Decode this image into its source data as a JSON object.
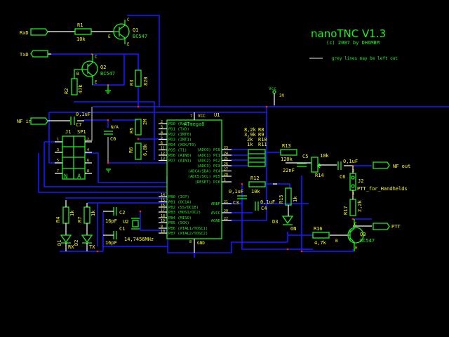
{
  "title": "nanoTNC V1.3",
  "copyright": "(c) 2007 by DH6MBM",
  "legend": "grey lines may be left out",
  "colors": {
    "wire": "#1a1aff",
    "part": "#22ee22",
    "label": "#ffff00",
    "background": "#000000",
    "junction": "#ff2020"
  },
  "power": {
    "vcc": "Vcc",
    "voltage": "3V"
  },
  "ports": {
    "rxd": "RxD",
    "txd": "TxD",
    "nf_in": "NF in",
    "nf_out": "NF out",
    "ptt": "PTT"
  },
  "resistors": {
    "r1": {
      "ref": "R1",
      "value": "10k"
    },
    "r2": {
      "ref": "R2",
      "value": "47k"
    },
    "r3": {
      "ref": "R3",
      "value": "820"
    },
    "r4": {
      "ref": "R4",
      "value": "1k"
    },
    "r5": {
      "ref": "R5",
      "value": "2M"
    },
    "r6": {
      "ref": "R6",
      "value": "6,8k"
    },
    "r7": {
      "ref": "R7",
      "value": "1k"
    },
    "r8": {
      "ref": "R8",
      "value": "8,2k"
    },
    "r9": {
      "ref": "R9",
      "value": "3,9k"
    },
    "r10": {
      "ref": "R10",
      "value": "2k"
    },
    "r11": {
      "ref": "R11",
      "value": "1k"
    },
    "r12": {
      "ref": "R12",
      "value": "10k"
    },
    "r13": {
      "ref": "R13",
      "value": "120k"
    },
    "r14": {
      "ref": "R14",
      "value": "10k"
    },
    "r15": {
      "ref": "R15",
      "value": "1k"
    },
    "r16": {
      "ref": "R16",
      "value": "4,7k"
    },
    "r17": {
      "ref": "R17",
      "value": "2,2k"
    }
  },
  "capacitors": {
    "c1": {
      "ref": "C1",
      "value": "16pF"
    },
    "c2": {
      "ref": "C2",
      "value": "16pF"
    },
    "c3": {
      "ref": "C3",
      "value": "0,1uF"
    },
    "c4": {
      "ref": "C4",
      "value": "0,1uF"
    },
    "c5": {
      "ref": "C5",
      "value": "22nF"
    },
    "c6a": {
      "ref": "C6",
      "value": "N/A"
    },
    "c6b": {
      "ref": "C6",
      "value": "0,1uF"
    },
    "c7": {
      "ref": "C7",
      "value": "0,1uF"
    }
  },
  "transistors": {
    "q1": {
      "ref": "Q1",
      "type": "BC547"
    },
    "q2": {
      "ref": "Q2",
      "type": "BC547"
    },
    "q3": {
      "ref": "Q3",
      "type": "BC547"
    },
    "pins": {
      "b": "B",
      "c": "C",
      "e": "E"
    }
  },
  "diodes": {
    "d1": {
      "ref": "D1",
      "label": "RX"
    },
    "d2": {
      "ref": "D2",
      "label": "TX"
    },
    "d3": {
      "ref": "D3",
      "label": "ON"
    }
  },
  "crystal": {
    "ref": "U2",
    "value": "14,7456MHz"
  },
  "j1": {
    "ref": "J1",
    "name": "SP1",
    "pins": [
      "1",
      "2",
      "3",
      "4",
      "5",
      "6",
      "7",
      "8"
    ],
    "mark_n": "N",
    "mark_a": "A"
  },
  "j2": {
    "ref": "J2",
    "name": "PTT_for_Handhelds",
    "pin1": "1",
    "pin2": "2"
  },
  "u1": {
    "ref": "U1",
    "name": "ATmega8",
    "vcc": {
      "label": "VCC",
      "pin": "7"
    },
    "gnd": {
      "label": "GND",
      "pin": "8"
    },
    "left_pins": [
      {
        "pin": "2",
        "label": "PD0 (RxD)"
      },
      {
        "pin": "3",
        "label": "PD1 (TxD)"
      },
      {
        "pin": "4",
        "label": "PD2 (INT0)"
      },
      {
        "pin": "5",
        "label": "PD3 (INT1)"
      },
      {
        "pin": "6",
        "label": "PD4 (XCK/T0)"
      },
      {
        "pin": "11",
        "label": "PD5 (T1)"
      },
      {
        "pin": "12",
        "label": "PD6 (AIN0)"
      },
      {
        "pin": "13",
        "label": "PD7 (AIN1)"
      },
      {
        "pin": "14",
        "label": "PB0 (ICP)"
      },
      {
        "pin": "15",
        "label": "PB1 (OC1A)"
      },
      {
        "pin": "16",
        "label": "PB2 (SS/OC1B)"
      },
      {
        "pin": "17",
        "label": "PB3 (MOSI/OC2)"
      },
      {
        "pin": "18",
        "label": "PB4 (MISO)"
      },
      {
        "pin": "19",
        "label": "PB5 (SCK)"
      },
      {
        "pin": "9",
        "label": "PB6 (XTAL1/TOSC1)"
      },
      {
        "pin": "10",
        "label": "PB7 (XTAL2/TOSC2)"
      }
    ],
    "right_pins": [
      {
        "pin": "23",
        "label": "(ADC0) PC0"
      },
      {
        "pin": "24",
        "label": "(ADC1) PC1"
      },
      {
        "pin": "25",
        "label": "(ADC2) PC2"
      },
      {
        "pin": "26",
        "label": "(ADC3) PC3"
      },
      {
        "pin": "27",
        "label": "(ADC4/SDA) PC4"
      },
      {
        "pin": "28",
        "label": "(ADC5/SCL) PC5"
      },
      {
        "pin": "1",
        "label": "(RESET) PC6"
      },
      {
        "pin": "21",
        "label": "AREF"
      },
      {
        "pin": "20",
        "label": "AVCC"
      },
      {
        "pin": "22",
        "label": "AGND"
      }
    ]
  }
}
